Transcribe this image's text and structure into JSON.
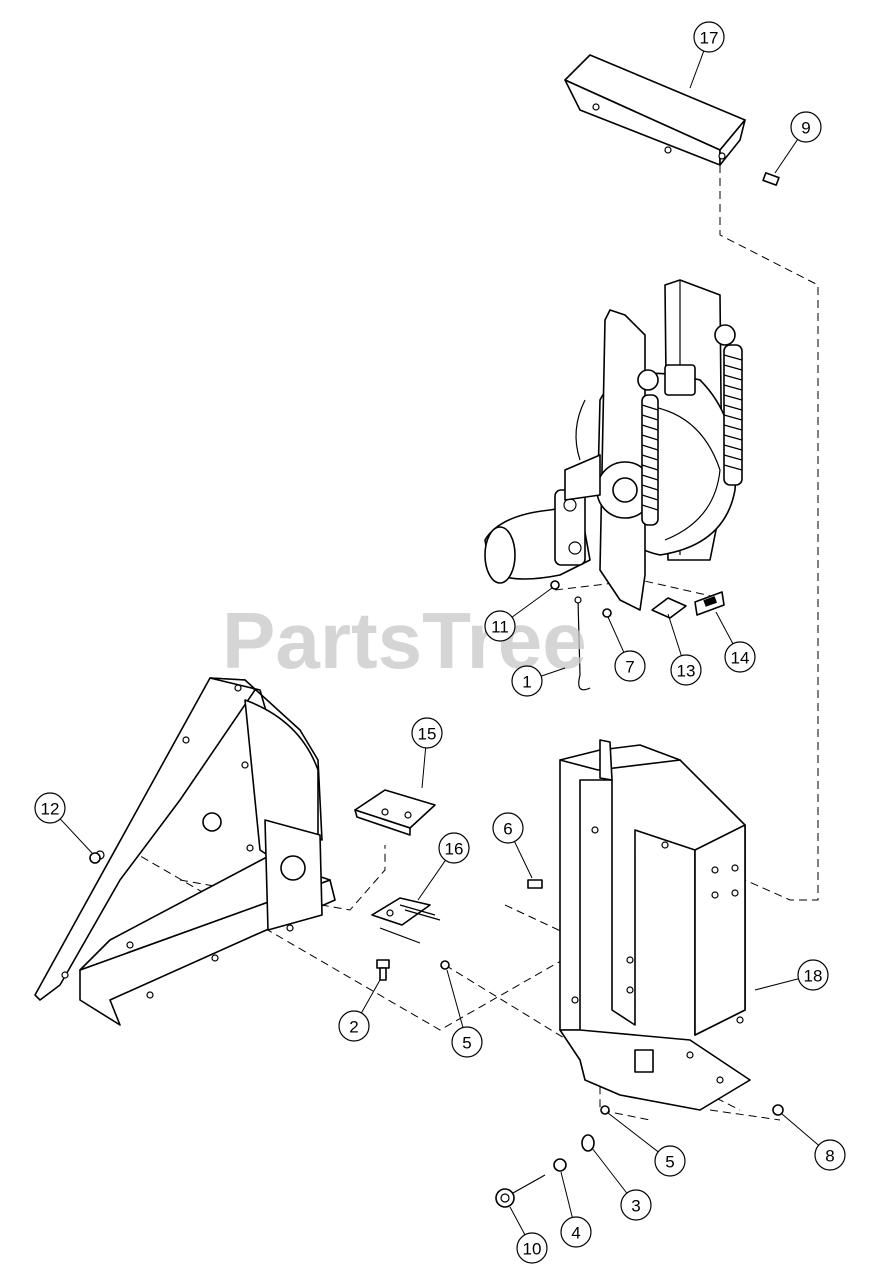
{
  "watermark": "PartsTree",
  "callouts": [
    {
      "id": "1",
      "label": "1"
    },
    {
      "id": "2",
      "label": "2"
    },
    {
      "id": "3",
      "label": "3"
    },
    {
      "id": "4",
      "label": "4"
    },
    {
      "id": "5a",
      "label": "5"
    },
    {
      "id": "5b",
      "label": "5"
    },
    {
      "id": "6",
      "label": "6"
    },
    {
      "id": "7",
      "label": "7"
    },
    {
      "id": "8",
      "label": "8"
    },
    {
      "id": "9",
      "label": "9"
    },
    {
      "id": "10",
      "label": "10"
    },
    {
      "id": "11",
      "label": "11"
    },
    {
      "id": "12",
      "label": "12"
    },
    {
      "id": "13",
      "label": "13"
    },
    {
      "id": "14",
      "label": "14"
    },
    {
      "id": "15",
      "label": "15"
    },
    {
      "id": "16",
      "label": "16"
    },
    {
      "id": "17",
      "label": "17"
    },
    {
      "id": "18",
      "label": "18"
    }
  ]
}
